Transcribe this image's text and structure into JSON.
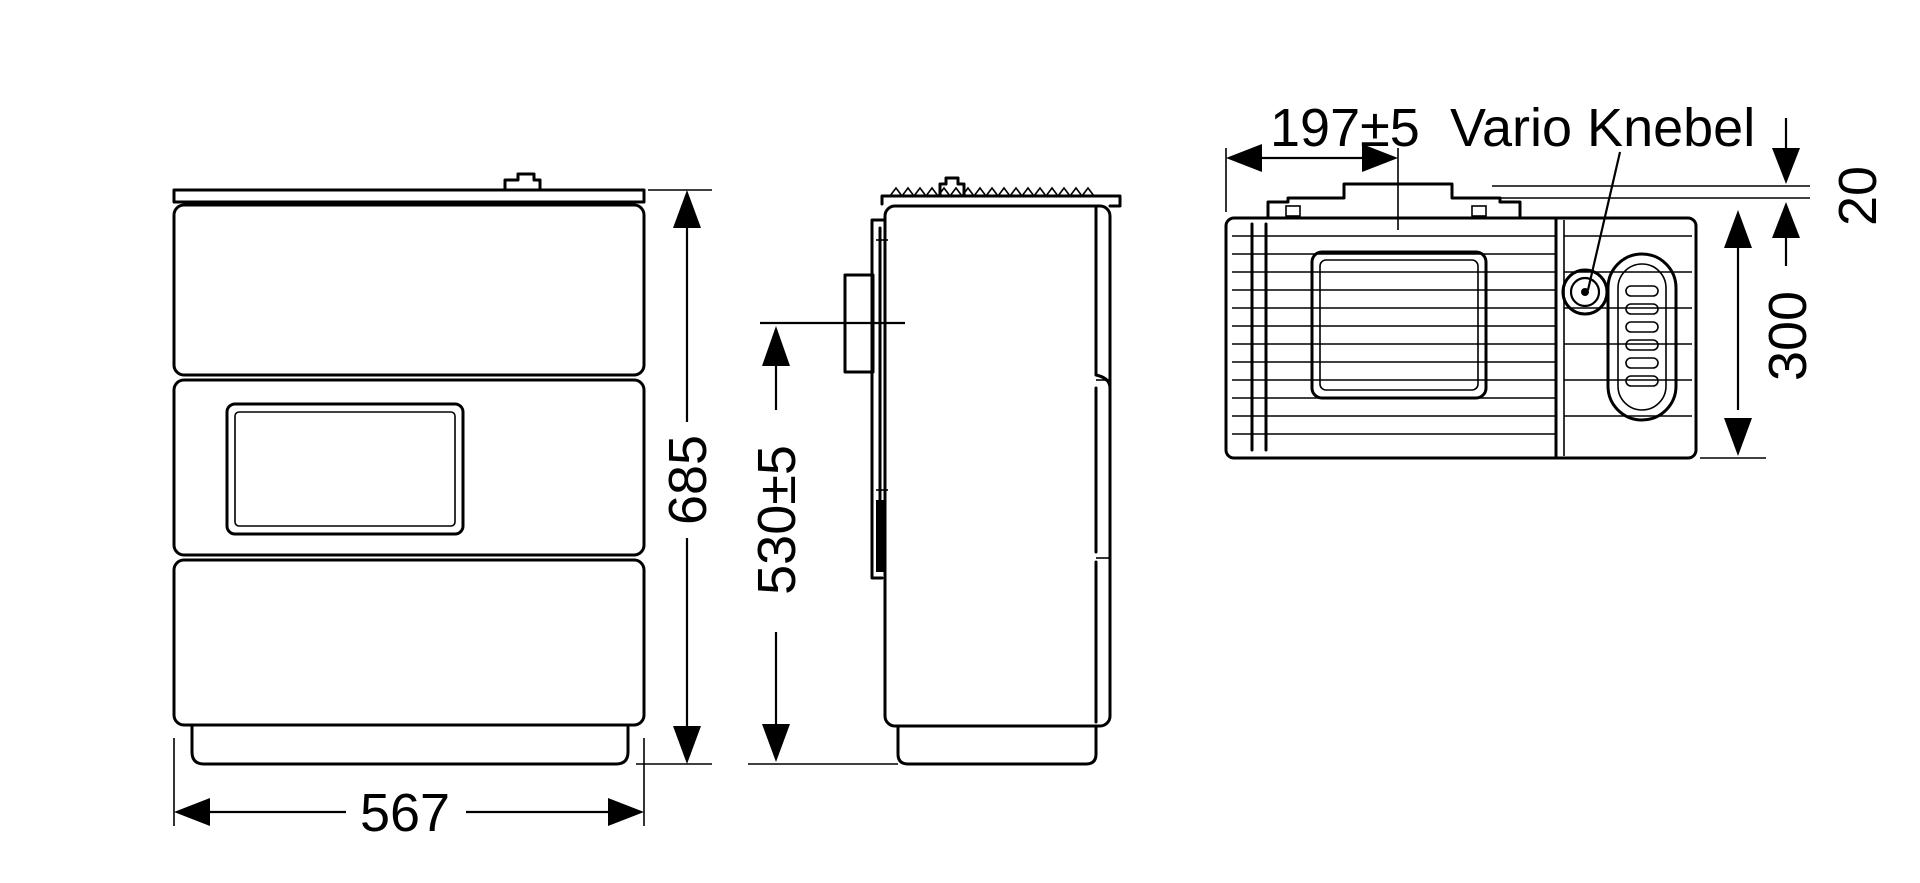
{
  "dimensions": {
    "front_width": "567",
    "front_height": "685",
    "side_height": "530±5",
    "top_offset": "197±5",
    "top_clearance": "20",
    "top_depth": "300"
  },
  "labels": {
    "vario_knebel": "Vario Knebel"
  },
  "colors": {
    "ink": "#000000",
    "paper": "#ffffff"
  }
}
